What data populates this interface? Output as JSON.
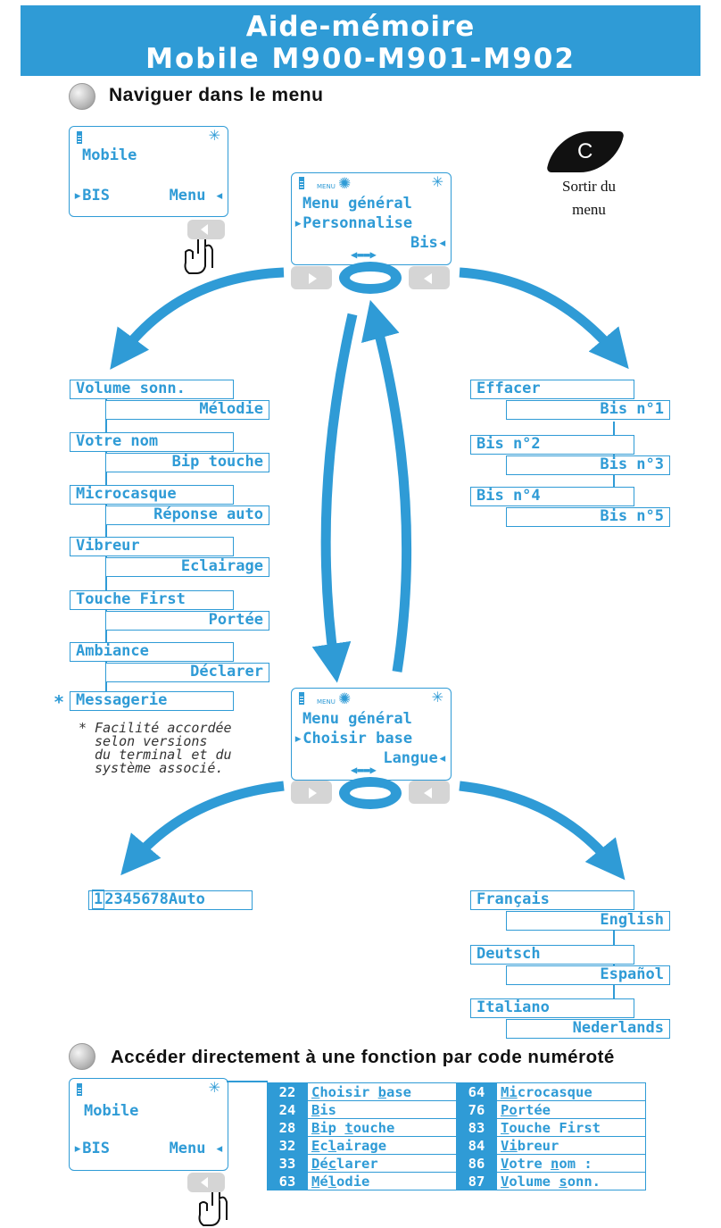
{
  "header": {
    "line1": "Aide-mémoire",
    "line2": "Mobile M900-M901-M902"
  },
  "section1": {
    "title": "Naviguer dans le menu"
  },
  "section2": {
    "title": "Accéder directement à une fonction par code numéroté"
  },
  "idle_screen": {
    "line1": "Mobile",
    "left_softkey": "BIS",
    "right_softkey": "Menu"
  },
  "escape": {
    "key": "C",
    "label_line1": "Sortir du",
    "label_line2": "menu"
  },
  "menu_screen_1": {
    "icon_label": "MENU",
    "line1": "Menu général",
    "line2": "Personnalise",
    "line3": "Bis"
  },
  "menu_screen_2": {
    "icon_label": "MENU",
    "line1": "Menu général",
    "line2": "Choisir base",
    "line3": "Langue"
  },
  "personalise_items": [
    "Volume sonn.",
    "Mélodie",
    "Votre nom",
    "Bip touche",
    "Microcasque",
    "Réponse auto",
    "Vibreur",
    "Eclairage",
    "Touche First",
    "Portée",
    "Ambiance",
    "Déclarer",
    "Messagerie"
  ],
  "bis_items": [
    "Effacer",
    "Bis n°1",
    "Bis n°2",
    "Bis n°3",
    "Bis n°4",
    "Bis n°5"
  ],
  "note": {
    "marker": "*",
    "line1": "* Facilité accordée",
    "line2": "selon versions",
    "line3": "du terminal et du",
    "line4": "système associé."
  },
  "base_select": {
    "cursor": "1",
    "rest": "2345678Auto"
  },
  "languages": [
    "Français",
    "English",
    "Deutsch",
    "Español",
    "Italiano",
    "Nederlands"
  ],
  "codes_left": [
    {
      "code": "22",
      "u1": "C",
      "mid": "hoisir ",
      "u2": "b",
      "rest": "ase"
    },
    {
      "code": "24",
      "u1": "B",
      "mid": "is",
      "u2": "",
      "rest": ""
    },
    {
      "code": "28",
      "u1": "B",
      "mid": "ip ",
      "u2": "t",
      "rest": "ouche"
    },
    {
      "code": "32",
      "u1": "E",
      "mid": "c",
      "u2": "l",
      "rest": "airage"
    },
    {
      "code": "33",
      "u1": "D",
      "mid": "é",
      "u2": "c",
      "rest": "larer"
    },
    {
      "code": "63",
      "u1": "M",
      "mid": "é",
      "u2": "l",
      "rest": "odie"
    }
  ],
  "codes_right": [
    {
      "code": "64",
      "u1": "M",
      "mid": "",
      "u2": "i",
      "rest": "crocasque"
    },
    {
      "code": "76",
      "u1": "P",
      "mid": "",
      "u2": "o",
      "rest": "rtée"
    },
    {
      "code": "83",
      "u1": "T",
      "mid": "ouche First",
      "u2": "",
      "rest": ""
    },
    {
      "code": "84",
      "u1": "V",
      "mid": "",
      "u2": "i",
      "rest": "breur"
    },
    {
      "code": "86",
      "u1": "V",
      "mid": "otre ",
      "u2": "n",
      "rest": "om :"
    },
    {
      "code": "87",
      "u1": "V",
      "mid": "olume ",
      "u2": "s",
      "rest": "onn."
    }
  ],
  "colors": {
    "accent": "#2f9bd6",
    "key_gray": "#d5d5d5"
  }
}
